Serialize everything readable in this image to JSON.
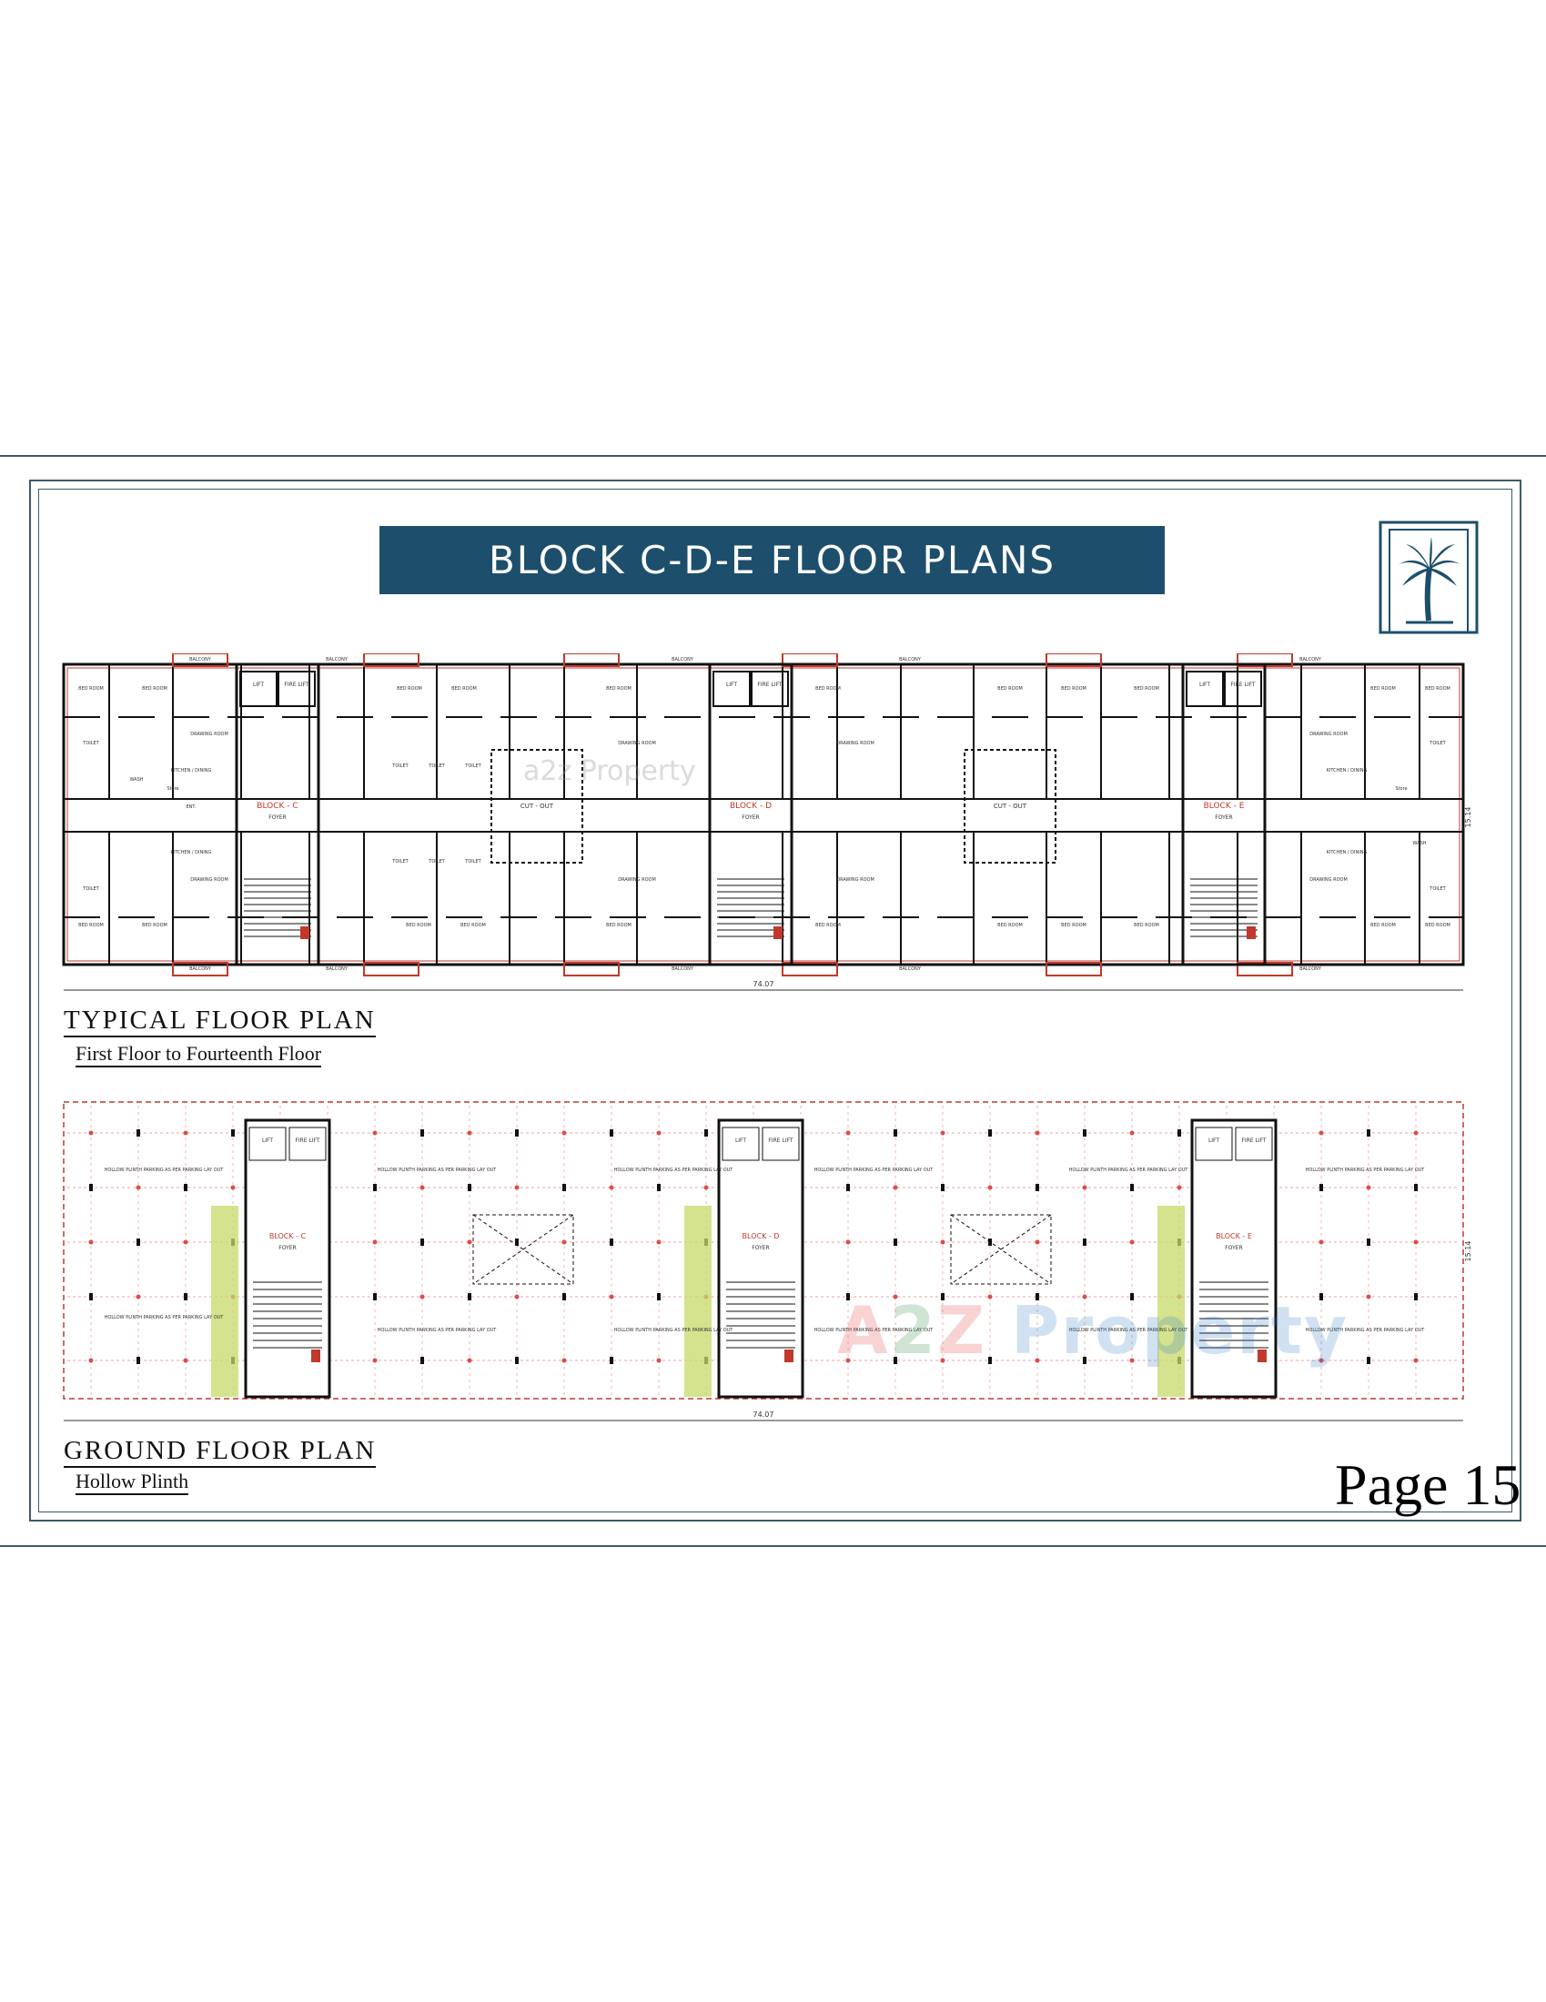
{
  "header": {
    "title": "BLOCK C-D-E FLOOR PLANS",
    "logo_icon": "palm-tree-icon"
  },
  "typical_plan": {
    "title": "TYPICAL  FLOOR  PLAN",
    "subtitle": "First Floor to Fourteenth Floor",
    "overall_dimension": "74.07",
    "side_dimension": "15.14",
    "blocks": [
      "BLOCK - C",
      "BLOCK - D",
      "BLOCK - E"
    ],
    "foyer_label": "FOYER",
    "cutout_label": "CUT - OUT",
    "room_labels": [
      "BED ROOM",
      "BALCONY",
      "DRAWING ROOM",
      "KITCHEN / DINING",
      "TOILET",
      "WASH",
      "Store",
      "ENT.",
      "LIFT",
      "FIRE LIFT"
    ]
  },
  "ground_plan": {
    "title": "GROUND  FLOOR  PLAN",
    "subtitle": "Hollow Plinth",
    "overall_dimension": "74.07",
    "side_dimension": "15.14",
    "blocks": [
      "BLOCK - C",
      "BLOCK - D",
      "BLOCK - E"
    ],
    "parking_label": "HOLLOW PLINTH PARKING AS PER PARKING LAY OUT"
  },
  "footer": {
    "page_number": "Page 15"
  },
  "watermark": {
    "text_a": "A",
    "text_2": "2",
    "text_z": "Z ",
    "text_p": "Property",
    "small": "a2z Property"
  },
  "colors": {
    "banner": "#1d4f6c",
    "frame": "#3e5a68",
    "wall": "#111111",
    "accent_red": "#c0392b",
    "grid_red": "#e04a4a",
    "hatch_green": "#c7d96a"
  }
}
